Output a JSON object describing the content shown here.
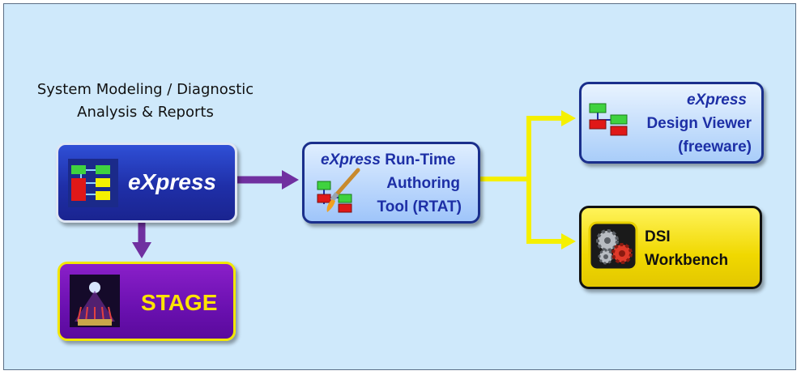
{
  "caption": {
    "line1": "System Modeling / Diagnostic",
    "line2": "Analysis & Reports"
  },
  "nodes": {
    "express": {
      "label": "eXpress",
      "icon": "flow-diagram-icon"
    },
    "stage": {
      "label": "STAGE",
      "icon": "stage-thumbnail-icon"
    },
    "rtat": {
      "line1_italic": "eXpress",
      "line1_rest": " Run-Time",
      "line2": "Authoring",
      "line3": "Tool (RTAT)",
      "icon": "paintbrush-diagram-icon"
    },
    "viewer": {
      "line1": "eXpress",
      "line2": "Design Viewer",
      "line3": "(freeware)",
      "icon": "flow-diagram-icon"
    },
    "dsi": {
      "line1": "DSI",
      "line2": "Workbench",
      "icon": "gears-icon"
    }
  },
  "colors": {
    "background": "#cfe9fb",
    "purple_arrow": "#7030a0",
    "yellow_arrow": "#f5f000",
    "express_fill": "#1f2fa8",
    "stage_fill": "#6a10b0",
    "stage_text": "#ffe400",
    "label_blue": "#1d2fa6",
    "dsi_fill": "#f0d800"
  }
}
